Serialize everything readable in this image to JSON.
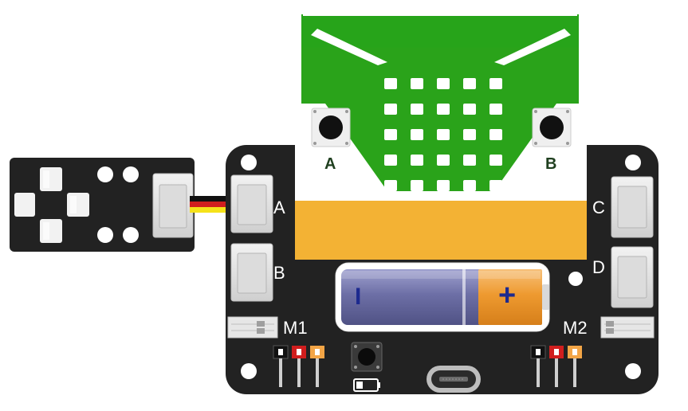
{
  "ports": {
    "a": "A",
    "b": "B",
    "c": "C",
    "d": "D",
    "m1": "M1",
    "m2": "M2"
  },
  "microbit": {
    "button_a": "A",
    "button_b": "B"
  },
  "battery": {
    "minus": "I",
    "plus": "+"
  },
  "colors": {
    "board": "#222222",
    "microbit_green": "#2aa31a",
    "edge_connector": "#f3b234",
    "battery_body": "#6d6fa6",
    "battery_plus": "#ee9a30",
    "wire_black": "#111111",
    "wire_red": "#d01e1e",
    "wire_yellow": "#f5e21a"
  }
}
